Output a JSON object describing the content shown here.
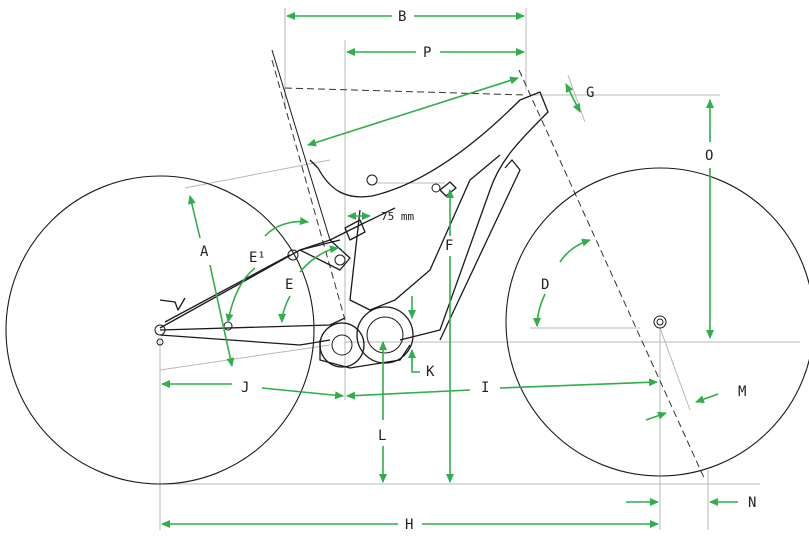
{
  "labels": {
    "A": "A",
    "B": "B",
    "P": "P",
    "G": "G",
    "O": "O",
    "E1": "E¹",
    "E": "E",
    "F": "F",
    "D": "D",
    "K": "K",
    "J": "J",
    "I": "I",
    "L": "L",
    "M": "M",
    "N": "N",
    "H": "H"
  },
  "annotations": {
    "seatpost_insertion": "75 mm"
  },
  "colors": {
    "dimension_arrows": "#2fae4a",
    "construction_lines": "#b8b8b8",
    "outline": "#1a1a1a"
  }
}
